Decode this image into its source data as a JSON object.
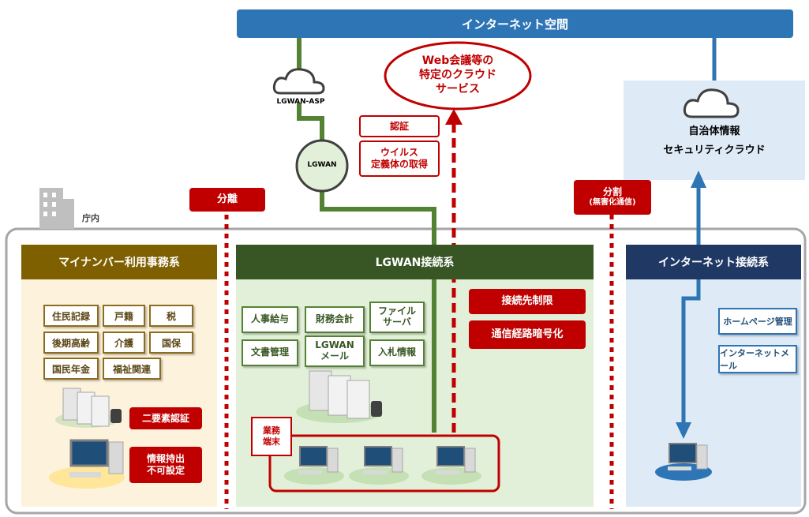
{
  "internet_space": {
    "label": "インターネット空間"
  },
  "clouds": {
    "lgwan_asp": "LGWAN-ASP",
    "web_meeting": [
      "Web会議等の",
      "特定のクラウド",
      "サービス"
    ],
    "municipal_cloud": [
      "自治体情報",
      "セキュリティクラウド"
    ]
  },
  "lgwan_node": "LGWAN",
  "controls": {
    "auth": "認証",
    "virus": [
      "ウイルス",
      "定義体の取得"
    ],
    "separation": "分離",
    "division": [
      "分割",
      "(無害化通信)"
    ],
    "destination_limit": "接続先制限",
    "encryption": "通信経路暗号化",
    "two_factor": "二要素認証",
    "no_export": [
      "情報持出",
      "不可設定"
    ]
  },
  "office_label": "庁内",
  "zones": {
    "mynumber": {
      "title": "マイナンバー利用事務系",
      "color": "#7f6000",
      "bg": "#fdf2dc",
      "items": [
        "住民記録",
        "戸籍",
        "税",
        "後期高齢",
        "介護",
        "国保",
        "国民年金",
        "福祉関連"
      ]
    },
    "lgwan": {
      "title": "LGWAN接続系",
      "color": "#375623",
      "bg": "#e2f0d9",
      "items": [
        [
          "人事給与"
        ],
        [
          "財務会計"
        ],
        [
          "ファイル",
          "サーバ"
        ],
        [
          "文書管理"
        ],
        [
          "LGWAN",
          "メール"
        ],
        [
          "入札情報"
        ]
      ],
      "terminal_label": [
        "業務",
        "端末"
      ]
    },
    "internet": {
      "title": "インターネット接続系",
      "color": "#1f3864",
      "bg": "#deebf7",
      "items": [
        "ホームページ管理",
        "インターネットメール"
      ]
    }
  },
  "colors": {
    "red": "#c00000",
    "green": "#548235",
    "blue": "#2e75b6"
  }
}
